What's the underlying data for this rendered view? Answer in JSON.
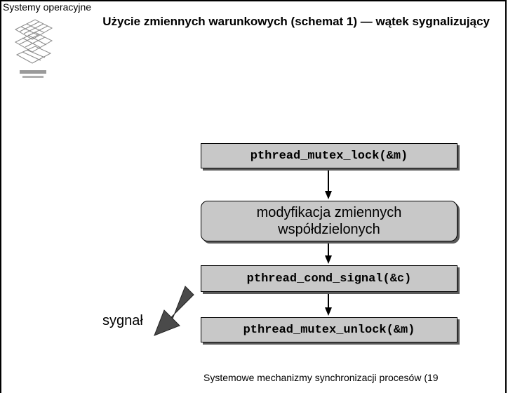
{
  "header": {
    "course_title": "Systemy operacyjne",
    "slide_title": "Użycie zmiennych warunkowych (schemat 1) — wątek sygnalizujący"
  },
  "flow": {
    "step1": "pthread_mutex_lock(&m)",
    "step2": "modyfikacja zmiennych współdzielonych",
    "step3": "pthread_cond_signal(&c)",
    "step4": "pthread_mutex_unlock(&m)",
    "signal_label": "sygnał"
  },
  "footer": {
    "text": "Systemowe mechanizmy synchronizacji procesów (19"
  },
  "colors": {
    "box_fill": "#c8c8c8",
    "box_shadow": "#5a5a5a",
    "signal_arrow": "#4a4a4a"
  }
}
